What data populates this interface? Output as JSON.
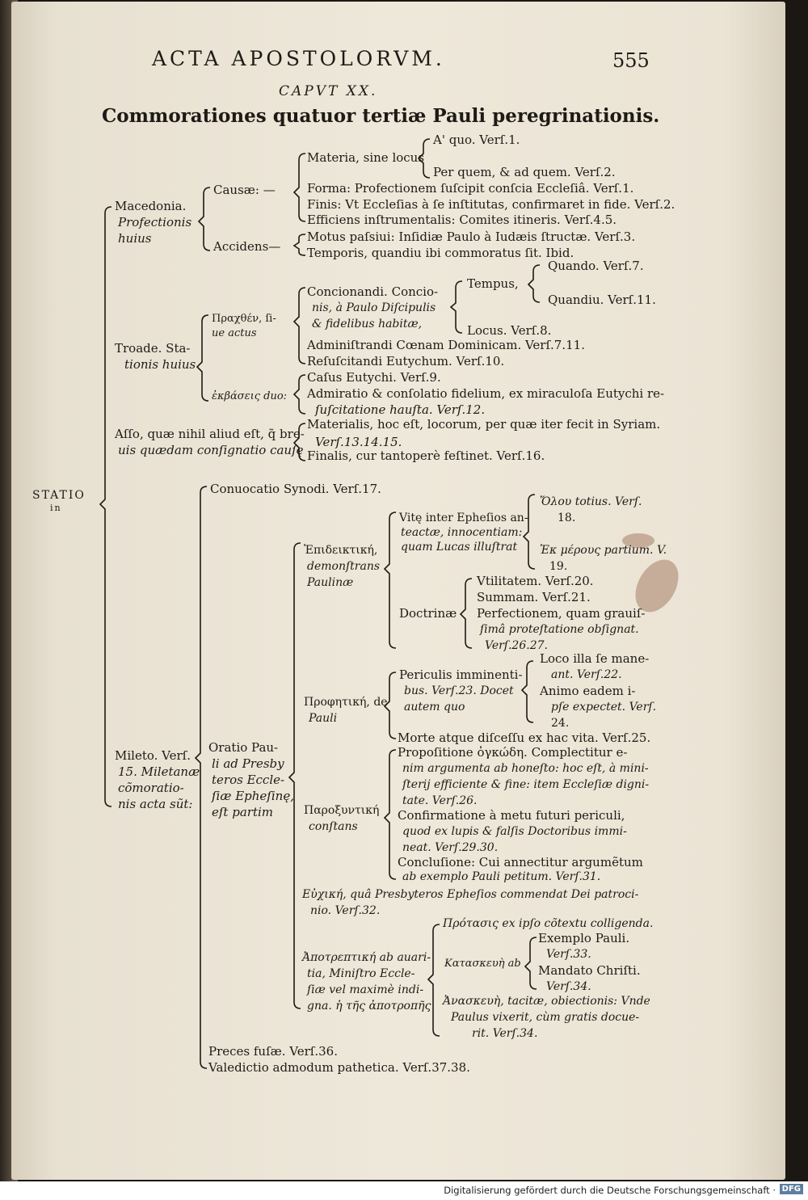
{
  "header": {
    "running_title": "ACTA APOSTOLORVM.",
    "page_number": "555",
    "chapter": "CAPVT XX.",
    "title": "Commorationes quatuor tertiæ Pauli peregrinationis."
  },
  "root": {
    "label": "STATIO",
    "sub": "in"
  },
  "macedonia": {
    "label1": "Macedonia.",
    "label2": "Profectionis",
    "label3": "huius",
    "causae": "Causæ: —",
    "materia": "Materia, sine locus",
    "a_quo": "A' quo. Verſ.1.",
    "per_quem": "Per quem, & ad quem. Verſ.2.",
    "forma": "Forma: Profectionem ſuſcipit conſcia Eccleſiâ. Verſ.1.",
    "finis": "Finis: Vt Eccleſias à ſe inſtitutas, confirmaret in fide. Verſ.2.",
    "efficiens": "Efficiens inſtrumentalis: Comites itineris. Verſ.4.5.",
    "accidens": "Accidens—",
    "motus": "Motus paſsiui: Inſidiæ Paulo à Iudæis ſtructæ. Verſ.3.",
    "temporis": "Temporis, quandiu ibi commoratus ſit. Ibid."
  },
  "troade": {
    "label1": "Troade. Sta-",
    "label2": "tionis huius",
    "praxis1": "Πραχθέν, ſi-",
    "praxis2": "ue actus",
    "concionandi1": "Concionandi. Concio-",
    "concionandi2": "nis, à Paulo Diſcipulis",
    "concionandi3": "& fidelibus habitæ,",
    "tempus": "Tempus,",
    "quando": "Quando. Verſ.7.",
    "quandiu": "Quandiu. Verſ.11.",
    "locus": "Locus. Verſ.8.",
    "administrandi": "Adminiſtrandi Cœnam Dominicam. Verſ.7.11.",
    "resuscitandi": "Reſuſcitandi Eutychum. Verſ.10.",
    "eventus": "ἐκβάσεις duo:",
    "casus": "Caſus Eutychi. Verſ.9.",
    "admiratio1": "Admiratio & conſolatio fidelium, ex miraculoſa Eutychi re-",
    "admiratio2": "ſuſcitatione hauſta. Verſ.12."
  },
  "asso": {
    "label1": "Aſſo, quæ nihil aliud eſt, q̃ bre-",
    "label2": "uis quædam conſignatio cauſę",
    "materialis1": "Materialis, hoc eſt, locorum, per quæ iter fecit in Syriam.",
    "materialis2": "Verſ.13.14.15.",
    "finalis": "Finalis, cur tantoperè feſtinet. Verſ.16."
  },
  "mileto": {
    "label1": "Mileto. Verſ.",
    "label2": "15. Miletanæ",
    "label3": "cõmoratio-",
    "label4": "nis acta sũt:",
    "conuocatio": "Conuocatio Synodi. Verſ.17.",
    "oratio1": "Oratio Pau-",
    "oratio2": "li ad Presby",
    "oratio3": "teros Eccle-",
    "oratio4": "ſiæ Epheſinę,",
    "oratio5": "eſt partim",
    "epideictike1": "Ἐπιδεικτική,",
    "epideictike2": "demonſtrans",
    "epideictike3": "Paulinæ",
    "vitae1": "Vitę inter Epheſios an-",
    "vitae2": "teactæ, innocentiam:",
    "vitae3": "quam Lucas illuſtrat",
    "quod_totius1": "Ὅλου totius. Verſ.",
    "quod_totius2": "18.",
    "ex_partium1": "Ἐκ μέρους partium. V.",
    "ex_partium2": "19.",
    "doctrinae": "Doctrinæ",
    "utilitatem": "Vtilitatem. Verſ.20.",
    "summam": "Summam. Verſ.21.",
    "perfectionem1": "Perfectionem, quam grauiſ-",
    "perfectionem2": "ſimâ proteſtatione obſignat.",
    "perfectionem3": "Verſ.26.27.",
    "prophetike1": "Προφητική, de",
    "prophetike2": "Pauli",
    "periculis1": "Periculis imminenti-",
    "periculis2": "bus. Verſ.23. Docet",
    "periculis3": "autem quo",
    "loco1": "Loco illa ſe mane-",
    "loco2": "ant. Verſ.22.",
    "animo1": "Animo eadem i-",
    "animo2": "pſe expectet. Verſ.",
    "animo3": "24.",
    "morte": "Morte atque diſceſſu ex hac vita. Verſ.25.",
    "paroxyntike1": "Παροξυντική",
    "paroxyntike2": "conſtans",
    "propositione1": "Propoſitione ὀγκώδη. Complectitur e-",
    "propositione2": "nim argumenta ab honeſto: hoc eſt, à mini-",
    "propositione3": "ſterij efficiente & fine: item Eccleſiæ digni-",
    "propositione4": "tate. Verſ.26.",
    "confirmatione1": "Confirmatione à metu futuri periculi,",
    "confirmatione2": "quod ex lupis & falſis Doctoribus immi-",
    "confirmatione3": "neat. Verſ.29.30.",
    "conclusione1": "Concluſione: Cui annectitur argumẽtum",
    "conclusione2": "ab exemplo Pauli petitum. Verſ.31.",
    "euche1": "Εὐχική, quâ Presbyteros Epheſios commendat Dei patroci-",
    "euche2": "nio. Verſ.32.",
    "apotreptike1": "Ἀποτρεπτική ab auari-",
    "apotreptike2": "tia, Miniſtro Eccle-",
    "apotreptike3": "ſiæ vel maximè indi-",
    "apotreptike4": "gna. ἡ τῆς ἀποτροπῆς",
    "protasis": "Πρότασις ex ipſo cõtextu colligenda.",
    "kataskeue": "Κατασκευὴ ab",
    "exemplo1": "Exemplo Pauli.",
    "exemplo2": "Verſ.33.",
    "mandato1": "Mandato Chriſti.",
    "mandato2": "Verſ.34.",
    "anaskeue1": "Ἀνασκευὴ, tacitæ, obiectionis: Vnde",
    "anaskeue2": "Paulus vixerit, cùm gratis docue-",
    "anaskeue3": "rit. Verſ.34.",
    "preces": "Preces fuſæ. Verſ.36.",
    "valedictio": "Valedictio admodum pathetica. Verſ.37.38."
  },
  "footer": {
    "text": "Digitalisierung gefördert durch die Deutsche Forschungsgemeinschaft ·",
    "logo": "DFG"
  }
}
